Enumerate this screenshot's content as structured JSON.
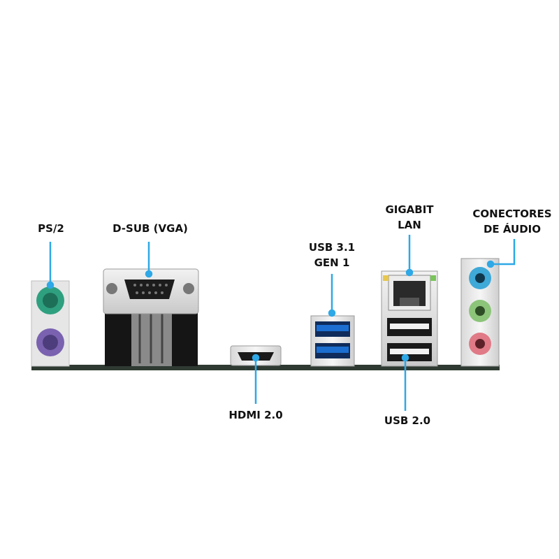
{
  "labels": {
    "ps2": "PS/2",
    "dsub": "D-SUB (VGA)",
    "usb31_line1": "USB 3.1",
    "usb31_line2": "GEN 1",
    "lan_line1": "GIGABIT",
    "lan_line2": "LAN",
    "audio_line1": "CONECTORES",
    "audio_line2": "DE ÁUDIO",
    "hdmi": "HDMI 2.0",
    "usb20": "USB 2.0"
  },
  "colors": {
    "callout": "#2ea8e6",
    "ps2_keyboard": "#2fa07f",
    "ps2_mouse": "#7a62b0",
    "usb3_blue": "#1c6fd0",
    "audio_line_in": "#3fa9d8",
    "audio_line_out": "#8cc47a",
    "audio_mic": "#e07a86",
    "pcb": "#2f3b32"
  }
}
